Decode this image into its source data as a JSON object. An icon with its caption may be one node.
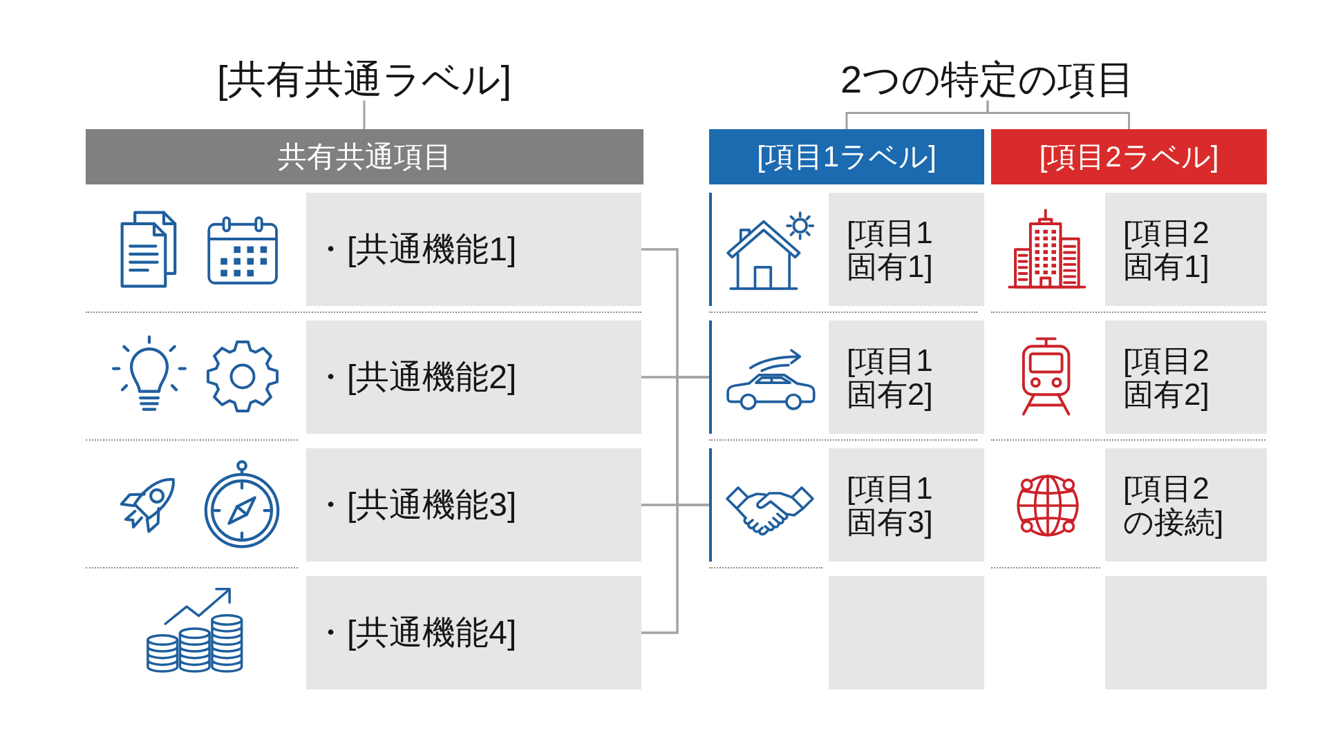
{
  "diagram": {
    "nodes": [
      {
        "text": [
          "[共有共通ラベル]"
        ]
      },
      {
        "text": [
          "2つの特定の項目"
        ]
      },
      {
        "text": [
          "共有共通項目"
        ]
      },
      {
        "text": [
          "[項目1ラベル]"
        ]
      },
      {
        "text": [
          "[項目2ラベル]"
        ]
      },
      {
        "text": [
          "・[共通機能1]"
        ]
      },
      {
        "text": [
          "[項目1固有1]"
        ]
      },
      {
        "text": [
          "[項目2固有1]"
        ]
      },
      {
        "text": [
          "・[共通機能2]"
        ]
      },
      {
        "text": [
          "[項目1固有2]"
        ]
      },
      {
        "text": [
          "[項目2固有2]"
        ]
      },
      {
        "text": [
          "・[共通機能3]"
        ]
      },
      {
        "text": [
          "[項目1固有3]"
        ]
      },
      {
        "text": [
          "[項目2の接続]"
        ]
      },
      {
        "text": [
          "・[共通機能4]"
        ]
      },
      {
        "text": [],
        "shape": "box"
      },
      {
        "text": [],
        "shape": "box"
      }
    ],
    "edges": [
      {
        "from": 0,
        "to": 2,
        "arrow": "none"
      },
      {
        "from": 1,
        "to": 3,
        "arrow": "none"
      },
      {
        "from": 1,
        "to": 4,
        "arrow": "none"
      },
      {
        "from": 5,
        "to": 9,
        "arrow": "none"
      },
      {
        "from": 5,
        "to": 12,
        "arrow": "none"
      },
      {
        "from": 8,
        "to": 9,
        "arrow": "none"
      },
      {
        "from": 8,
        "to": 12,
        "arrow": "none"
      },
      {
        "from": 11,
        "to": 9,
        "arrow": "none"
      },
      {
        "from": 11,
        "to": 12,
        "arrow": "none"
      },
      {
        "from": 14,
        "to": 9,
        "arrow": "none"
      },
      {
        "from": 14,
        "to": 12,
        "arrow": "none"
      }
    ]
  }
}
